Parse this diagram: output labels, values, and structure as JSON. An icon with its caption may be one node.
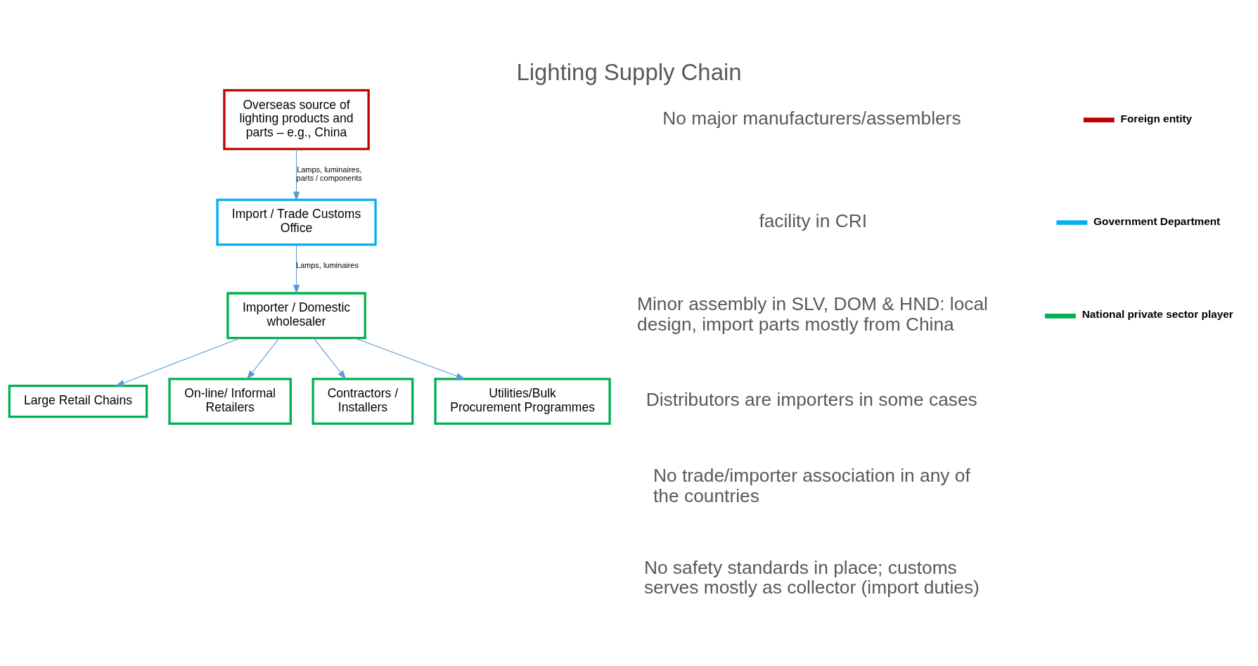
{
  "diagram": {
    "title": "Lighting Supply Chain",
    "nodes": [
      {
        "text": [
          "Overseas source of lighting products and parts – e.g., China"
        ]
      },
      {
        "text": [
          "Import / Trade Customs Office"
        ]
      },
      {
        "text": [
          "Importer / Domestic wholesaler"
        ]
      },
      {
        "text": [
          "Large Retail Chains"
        ]
      },
      {
        "text": [
          "On-line/ Informal Retailers"
        ]
      },
      {
        "text": [
          "Contractors / Installers"
        ]
      },
      {
        "text": [
          "Utilities/Bulk Procurement Programmes"
        ]
      }
    ],
    "edges": [
      {
        "from": 0,
        "to": 1,
        "arrow": "to",
        "label": "Lamps, luminaires, parts / components"
      },
      {
        "from": 1,
        "to": 2,
        "arrow": "to",
        "label": "Lamps, luminaires"
      },
      {
        "from": 2,
        "to": 3,
        "arrow": "to"
      },
      {
        "from": 2,
        "to": 4,
        "arrow": "to"
      },
      {
        "from": 2,
        "to": 5,
        "arrow": "to"
      },
      {
        "from": 2,
        "to": 6,
        "arrow": "to"
      }
    ],
    "labels": [
      "No major manufacturers/assemblers",
      "facility in CRI",
      "Minor assembly in SLV, DOM & HND: local design, import parts mostly from China",
      "Distributors are importers in some cases",
      "No trade/importer association in any of the countries",
      "No safety standards in place; customs serves mostly as collector (import duties)"
    ],
    "legend": [
      {
        "text": "Foreign entity",
        "color": "#c00000"
      },
      {
        "text": "Government Department",
        "color": "#00b0f0"
      },
      {
        "text": "National private sector player",
        "color": "#00b050"
      }
    ]
  }
}
